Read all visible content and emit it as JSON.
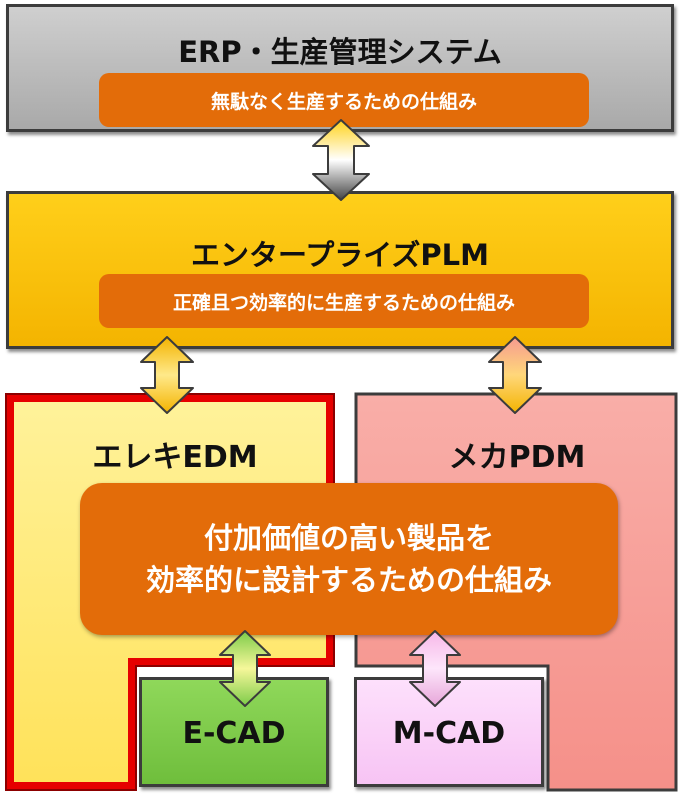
{
  "erp": {
    "title": "ERP・生産管理システム",
    "subtitle": "無駄なく生産するための仕組み"
  },
  "plm": {
    "title": "エンタープライズPLM",
    "subtitle": "正確且つ効率的に生産するための仕組み"
  },
  "edm": {
    "title": "エレキEDM"
  },
  "pdm": {
    "title": "メカPDM"
  },
  "center": {
    "line1": "付加価値の高い製品を",
    "line2": "効率的に設計するための仕組み"
  },
  "ecad": {
    "title": "E-CAD"
  },
  "mcad": {
    "title": "M-CAD"
  },
  "colors": {
    "orange_pill": "#e36c09",
    "erp_gray": "#b8b8b8",
    "plm_yellow": "#fcc20a",
    "edm_yellow": "#ffe97a",
    "edm_border": "#e60000",
    "pdm_salmon": "#f7a19a",
    "ecad_green": "#7ccb48",
    "mcad_pink": "#f9d2f7"
  }
}
